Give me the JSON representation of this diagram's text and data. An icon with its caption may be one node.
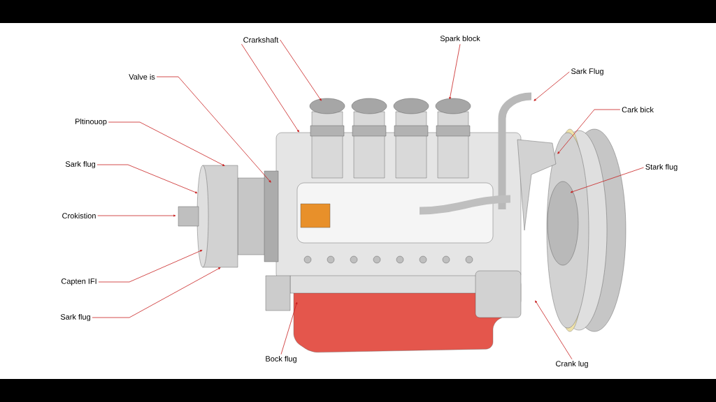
{
  "diagram": {
    "nodes": [
      {
        "text": [
          "Crarkshaft"
        ]
      },
      {
        "text": [
          "Spark block"
        ]
      },
      {
        "text": [
          "Valve is"
        ]
      },
      {
        "text": [
          "Sark Flug"
        ]
      },
      {
        "text": [
          "Pltinouop"
        ]
      },
      {
        "text": [
          "Cark bick"
        ]
      },
      {
        "text": [
          "Sark flug"
        ]
      },
      {
        "text": [
          "Stark flug"
        ]
      },
      {
        "text": [
          "Crokistion"
        ]
      },
      {
        "text": [
          "Capten IFI"
        ]
      },
      {
        "text": [
          "Sark flug"
        ]
      },
      {
        "text": [
          "Bock flug"
        ]
      },
      {
        "text": [
          "Crank lug"
        ]
      }
    ],
    "edges": [
      {
        "from": 0,
        "to": null,
        "arrow": "to"
      },
      {
        "from": 0,
        "to": null,
        "arrow": "to"
      },
      {
        "from": 1,
        "to": null,
        "arrow": "to"
      },
      {
        "from": 2,
        "to": null,
        "arrow": "to"
      },
      {
        "from": 3,
        "to": null,
        "arrow": "to"
      },
      {
        "from": 4,
        "to": null,
        "arrow": "to"
      },
      {
        "from": 5,
        "to": null,
        "arrow": "to"
      },
      {
        "from": 6,
        "to": null,
        "arrow": "to"
      },
      {
        "from": 7,
        "to": null,
        "arrow": "to"
      },
      {
        "from": 8,
        "to": null,
        "arrow": "to"
      },
      {
        "from": 9,
        "to": null,
        "arrow": "to"
      },
      {
        "from": 10,
        "to": null,
        "arrow": "to"
      },
      {
        "from": 11,
        "to": null,
        "arrow": "to"
      },
      {
        "from": 12,
        "to": null,
        "arrow": "to"
      }
    ]
  }
}
